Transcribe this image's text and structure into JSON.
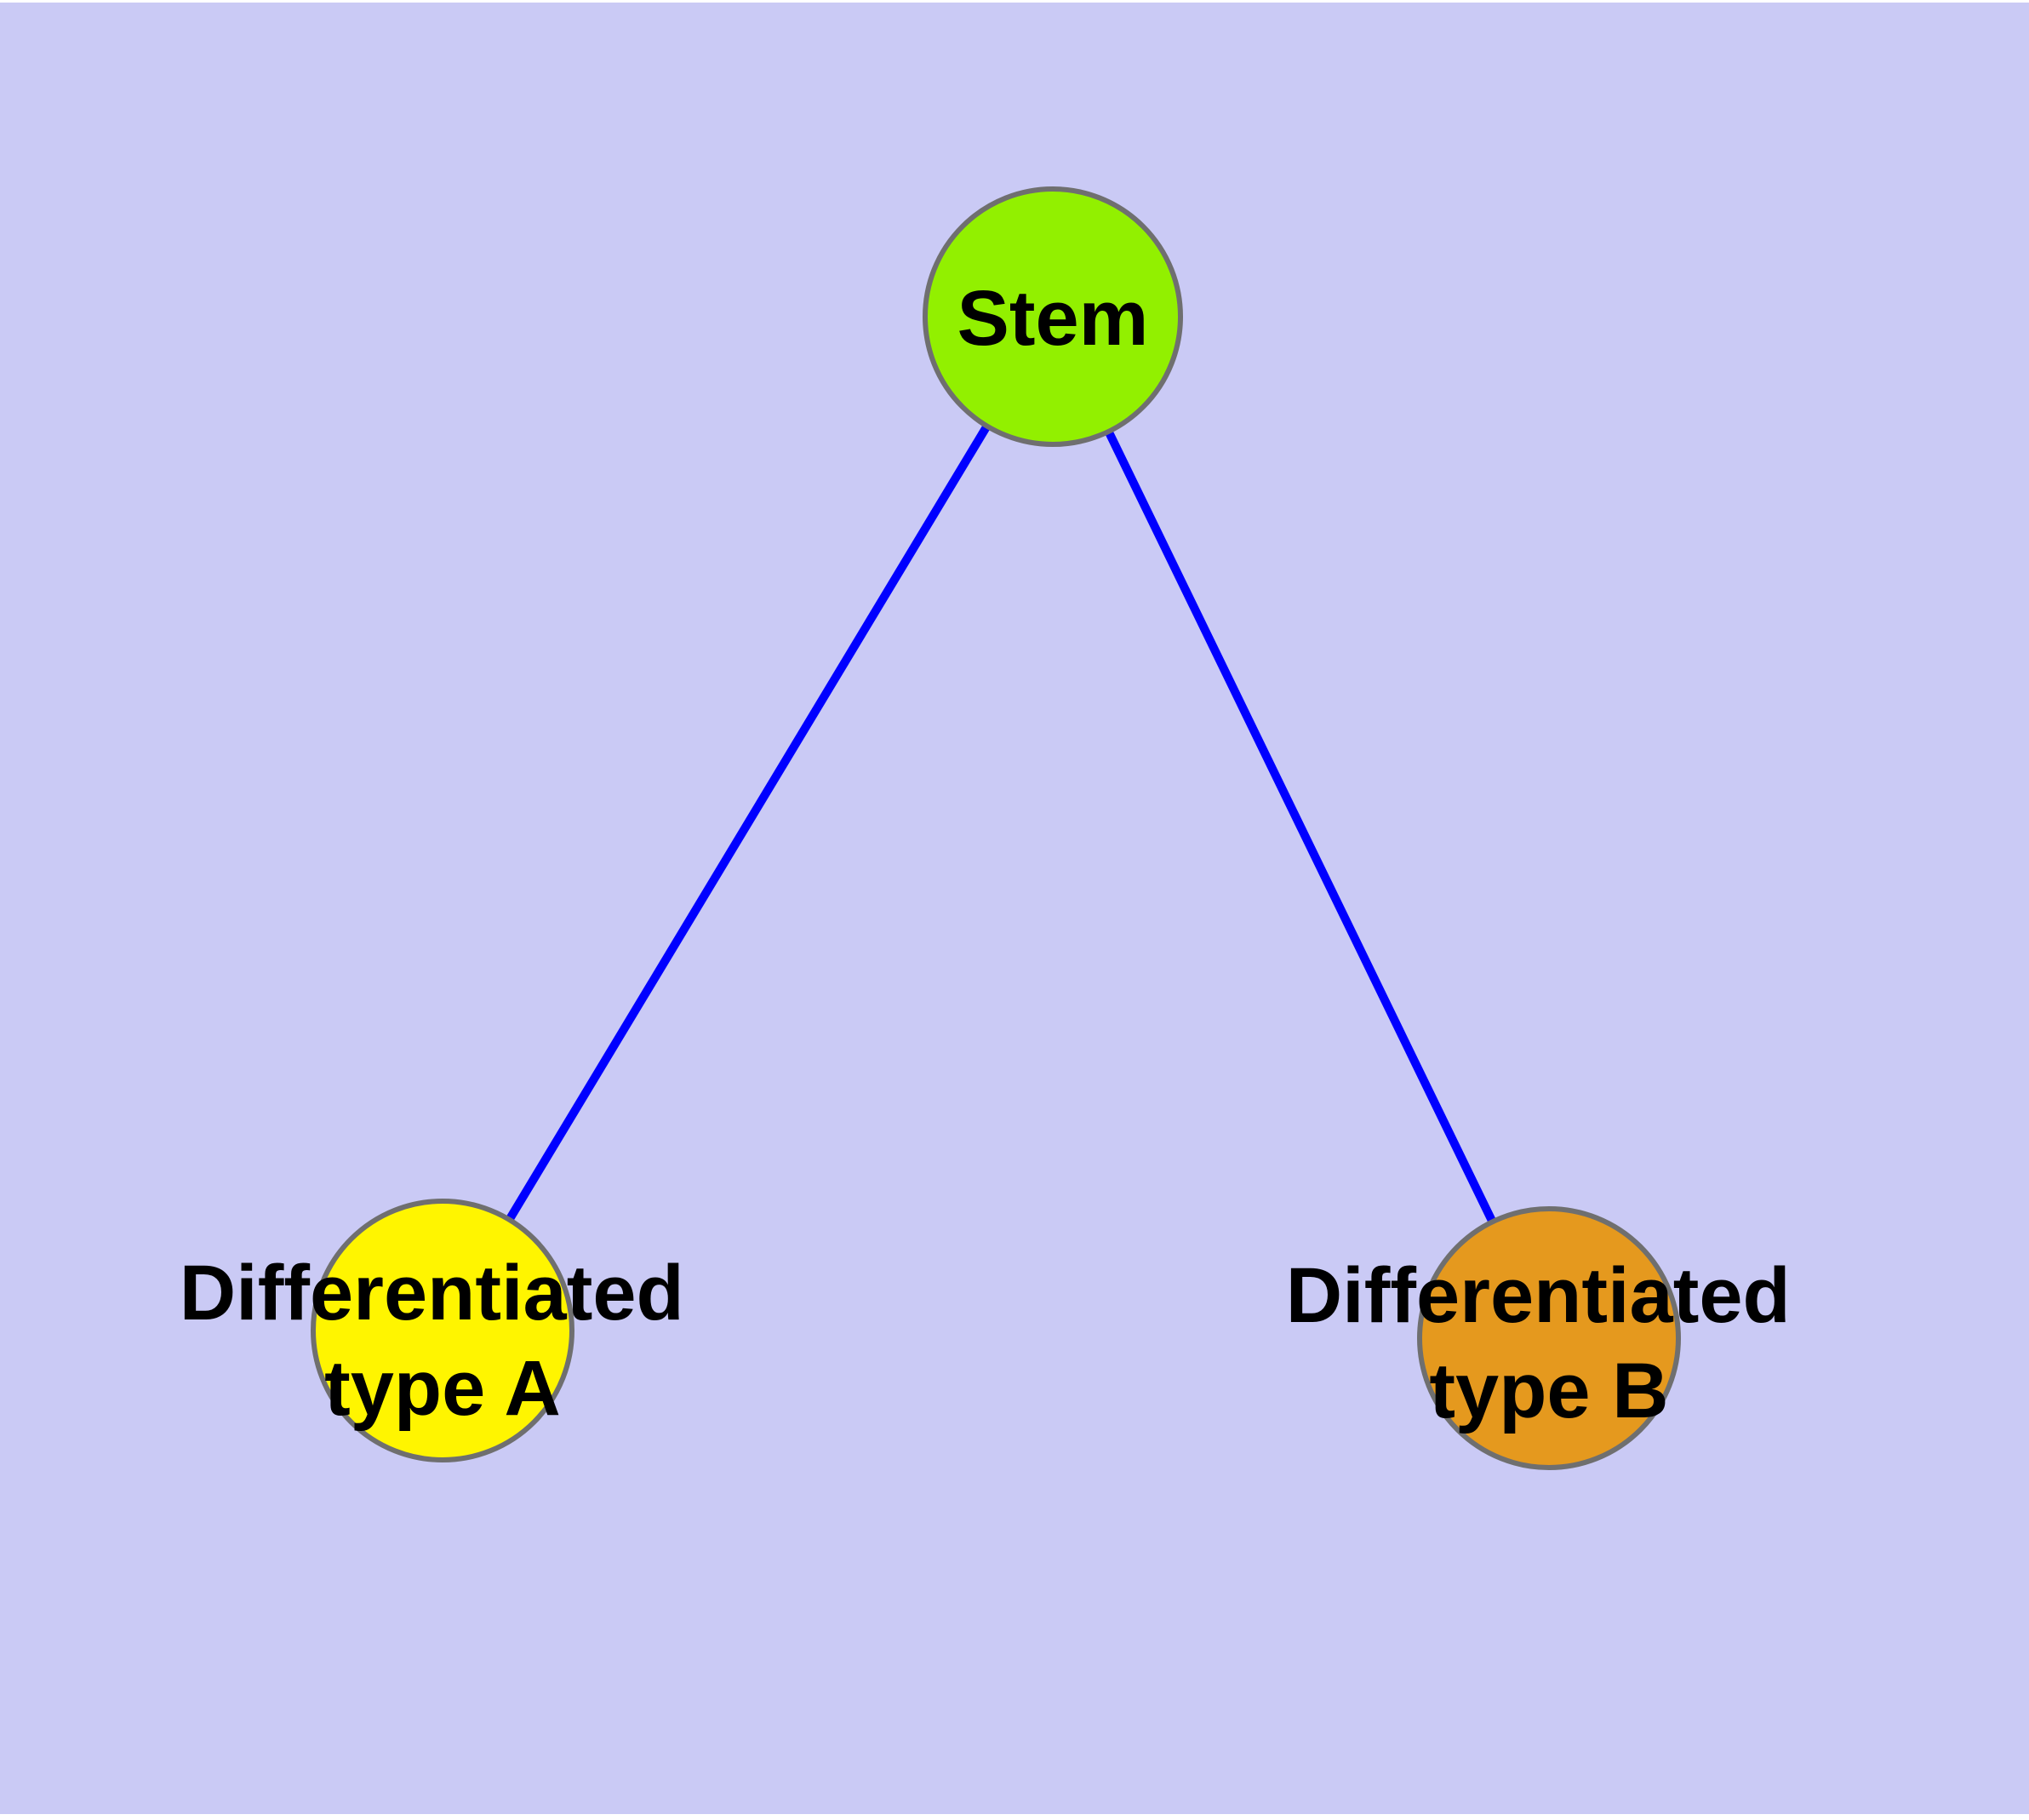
{
  "canvas": {
    "background_color": "#cacaf5",
    "page_margin_color": "#ffffff"
  },
  "nodes": {
    "stem": {
      "label": "Stem",
      "fill_color": "#92f000",
      "border_color": "#6f6f6f",
      "text_color": "#000000"
    },
    "type_a": {
      "label_line1": "Differentiated",
      "label_line2": "type A",
      "fill_color": "#fff500",
      "border_color": "#6f6f6f",
      "text_color": "#000000"
    },
    "type_b": {
      "label_line1": "Differentiated",
      "label_line2": "type B",
      "fill_color": "#e5991e",
      "border_color": "#6f6f6f",
      "text_color": "#000000"
    }
  },
  "edges": {
    "stem_to_a": {
      "color": "#0000ff"
    },
    "stem_to_b": {
      "color": "#0000ff"
    }
  }
}
